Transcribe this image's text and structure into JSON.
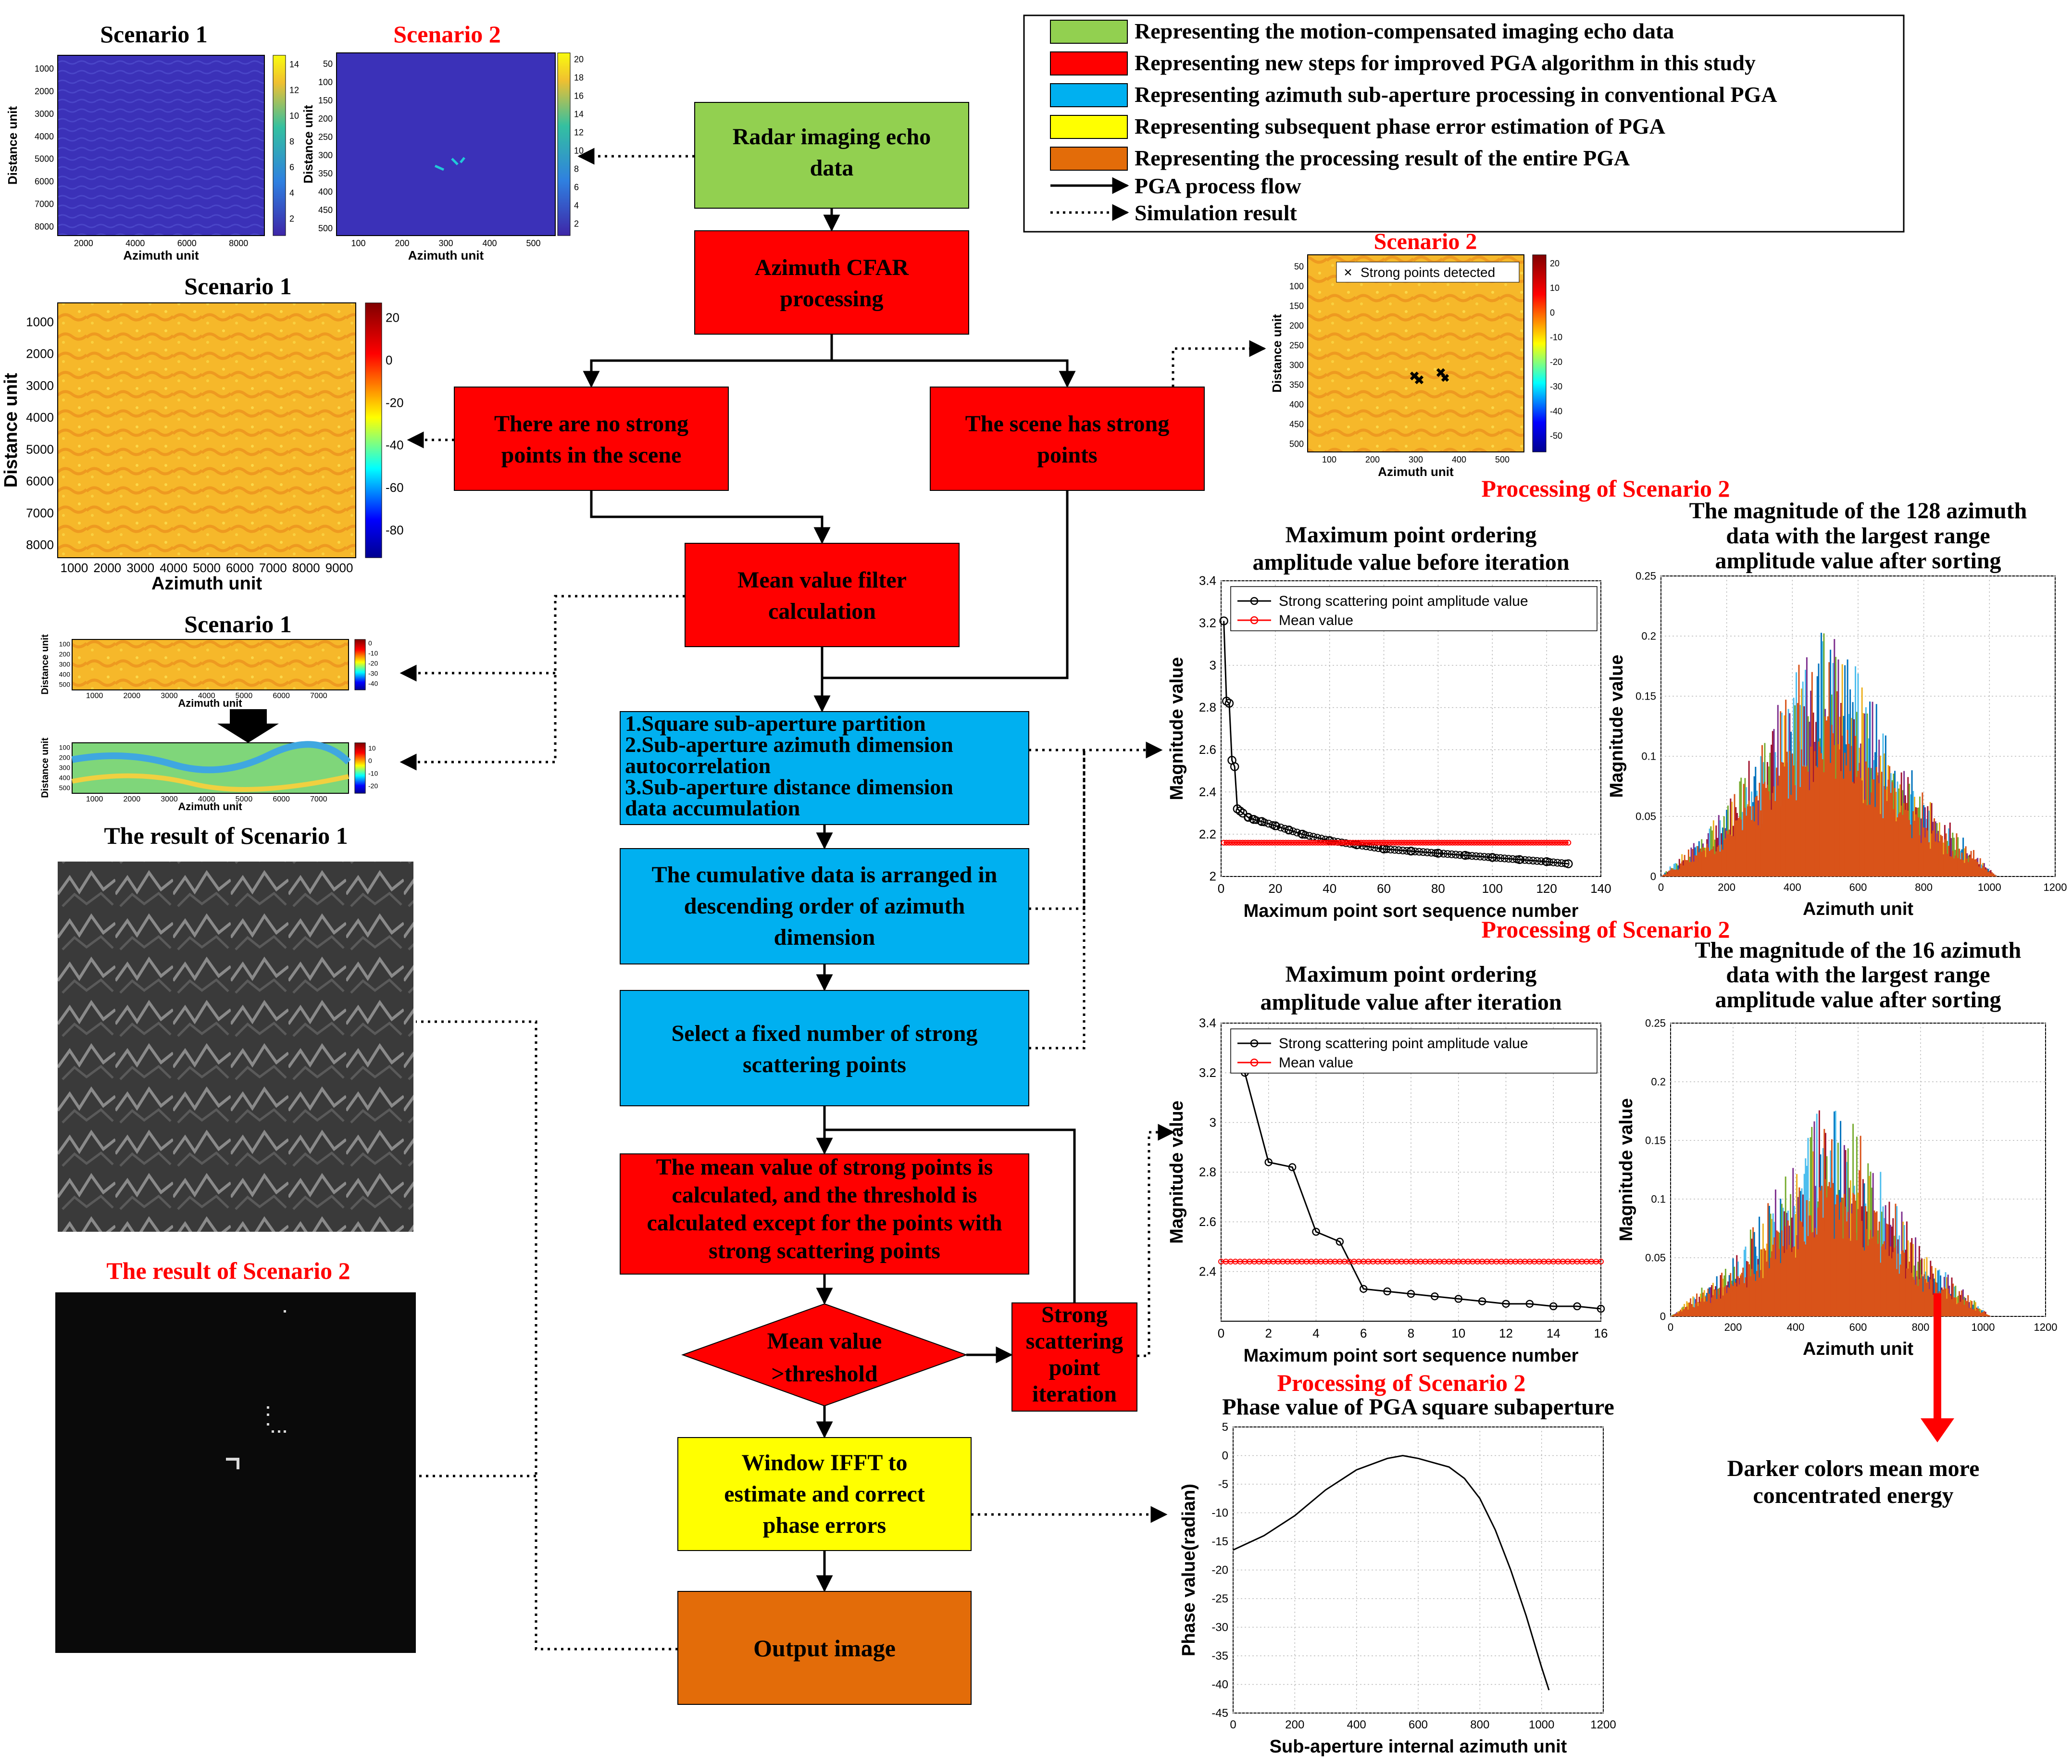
{
  "legend": {
    "items": [
      {
        "text": "Representing the motion-compensated imaging echo data",
        "color": "#92d050"
      },
      {
        "text": "Representing new steps for improved PGA algorithm in this study",
        "color": "#ff0000"
      },
      {
        "text": "Representing azimuth sub-aperture processing in conventional PGA",
        "color": "#00b0f0"
      },
      {
        "text": "Representing subsequent phase error estimation of PGA",
        "color": "#ffff00"
      },
      {
        "text": "Representing the processing result of the entire PGA",
        "color": "#e36c09"
      }
    ],
    "flow_label": "PGA process flow",
    "sim_label": "Simulation result"
  },
  "flow": {
    "echo": [
      "Radar imaging echo",
      "data"
    ],
    "cfar": [
      "Azimuth CFAR",
      "processing"
    ],
    "no_strong": [
      "There are no strong",
      "points in the scene"
    ],
    "has_strong": [
      "The scene has strong",
      "points"
    ],
    "mean_filter": [
      "Mean value filter",
      "calculation"
    ],
    "square": [
      "1.Square sub-aperture partition",
      "2.Sub-aperture azimuth dimension",
      "autocorrelation",
      "3.Sub-aperture distance dimension",
      "data accumulation"
    ],
    "cumulative": [
      "The cumulative data is arranged in",
      "descending order of azimuth",
      "dimension"
    ],
    "select": [
      "Select a fixed number of strong",
      "scattering points"
    ],
    "mean_strong": [
      "The mean value of strong points is",
      "calculated, and the threshold is",
      "calculated except for the points with",
      "strong scattering points"
    ],
    "decision": [
      "Mean value",
      ">threshold"
    ],
    "iteration": [
      "Strong",
      "scattering",
      "point",
      "iteration"
    ],
    "window": [
      "Window IFFT to",
      "estimate and correct",
      "phase errors"
    ],
    "output": "Output image"
  },
  "left": {
    "s1_top_title": "Scenario 1",
    "s2_top_title": "Scenario 2",
    "s1_mid_title": "Scenario 1",
    "s1_small_title": "Scenario 1",
    "result1_title": "The result of Scenario 1",
    "result2_title": "The result of Scenario 2",
    "azimuth_unit": "Azimuth unit",
    "distance_unit": "Distance unit",
    "s1_top_yticks": [
      "1000",
      "2000",
      "3000",
      "4000",
      "5000",
      "6000",
      "7000",
      "8000"
    ],
    "s1_top_xticks": [
      "2000",
      "4000",
      "6000",
      "8000"
    ],
    "s1_top_cbar": [
      "14",
      "12",
      "10",
      "8",
      "6",
      "4",
      "2"
    ],
    "s2_top_yticks": [
      "50",
      "100",
      "150",
      "200",
      "250",
      "300",
      "350",
      "400",
      "450",
      "500"
    ],
    "s2_top_xticks": [
      "100",
      "200",
      "300",
      "400",
      "500"
    ],
    "s2_top_cbar": [
      "20",
      "18",
      "16",
      "14",
      "12",
      "10",
      "8",
      "6",
      "4",
      "2"
    ],
    "s1_mid_yticks": [
      "1000",
      "2000",
      "3000",
      "4000",
      "5000",
      "6000",
      "7000",
      "8000"
    ],
    "s1_mid_xticks": [
      "1000",
      "2000",
      "3000",
      "4000",
      "5000",
      "6000",
      "7000",
      "8000",
      "9000"
    ],
    "s1_mid_cbar": [
      "20",
      "0",
      "-20",
      "-40",
      "-60",
      "-80"
    ],
    "strip_yticks": [
      "100",
      "200",
      "300",
      "400",
      "500"
    ],
    "strip_xticks": [
      "1000",
      "2000",
      "3000",
      "4000",
      "5000",
      "6000",
      "7000"
    ],
    "strip1_cbar": [
      "0",
      "-10",
      "-20",
      "-30",
      "-40"
    ],
    "strip2_cbar": [
      "10",
      "0",
      "-10",
      "-20"
    ]
  },
  "right": {
    "s2_title": "Scenario 2",
    "strong_detected": "Strong points detected",
    "s2_yticks": [
      "50",
      "100",
      "150",
      "200",
      "250",
      "300",
      "350",
      "400",
      "450",
      "500"
    ],
    "s2_xticks": [
      "100",
      "200",
      "300",
      "400",
      "500"
    ],
    "s2_cbar": [
      "20",
      "10",
      "0",
      "-10",
      "-20",
      "-30",
      "-40",
      "-50"
    ],
    "processing1": "Processing of Scenario 2",
    "processing2": "Processing of Scenario 2",
    "processing3": "Processing of Scenario 2",
    "energy_note": [
      "Darker colors mean more",
      "concentrated energy"
    ]
  },
  "chart_data": [
    {
      "type": "line",
      "title": "Maximum point ordering amplitude value before iteration",
      "xlabel": "Maximum point sort sequence number",
      "ylabel": "Magnitude value",
      "xlim": [
        0,
        140
      ],
      "ylim": [
        2.0,
        3.4
      ],
      "xticks": [
        0,
        20,
        40,
        60,
        80,
        100,
        120,
        140
      ],
      "yticks": [
        2,
        2.2,
        2.4,
        2.6,
        2.8,
        3,
        3.2,
        3.4
      ],
      "series": [
        {
          "name": "Strong scattering point amplitude value",
          "color": "#000000",
          "x": [
            1,
            2,
            3,
            4,
            5,
            6,
            7,
            8,
            10,
            12,
            15,
            20,
            25,
            30,
            40,
            50,
            60,
            70,
            80,
            90,
            100,
            110,
            120,
            128
          ],
          "y": [
            3.21,
            2.83,
            2.82,
            2.55,
            2.52,
            2.32,
            2.31,
            2.3,
            2.28,
            2.27,
            2.26,
            2.24,
            2.22,
            2.2,
            2.17,
            2.15,
            2.13,
            2.12,
            2.11,
            2.1,
            2.09,
            2.08,
            2.07,
            2.06
          ]
        },
        {
          "name": "Mean value",
          "color": "#ff0000",
          "x": [
            1,
            128
          ],
          "y": [
            2.16,
            2.16
          ]
        }
      ],
      "legend_position": "top-right",
      "grid": true
    },
    {
      "type": "area",
      "title": "The magnitude of the 128 azimuth data with the largest range amplitude value after sorting",
      "xlabel": "Azimuth unit",
      "ylabel": "Magnitude value",
      "xlim": [
        0,
        1200
      ],
      "ylim": [
        0,
        0.25
      ],
      "xticks": [
        0,
        200,
        400,
        600,
        800,
        1000,
        1200
      ],
      "yticks": [
        0,
        0.05,
        0.1,
        0.15,
        0.2,
        0.25
      ],
      "series_count": 128,
      "envelope": {
        "x": [
          0,
          200,
          400,
          500,
          600,
          800,
          1024
        ],
        "y": [
          0,
          0.06,
          0.17,
          0.21,
          0.18,
          0.07,
          0
        ]
      },
      "grid": true
    },
    {
      "type": "line",
      "title": "Maximum point ordering amplitude value after iteration",
      "xlabel": "Maximum point sort sequence number",
      "ylabel": "Magnitude value",
      "xlim": [
        0,
        16
      ],
      "ylim": [
        2.2,
        3.4
      ],
      "xticks": [
        0,
        2,
        4,
        6,
        8,
        10,
        12,
        14,
        16
      ],
      "yticks": [
        2.4,
        2.6,
        2.8,
        3,
        3.2,
        3.4
      ],
      "series": [
        {
          "name": "Strong scattering point amplitude value",
          "color": "#000000",
          "x": [
            1,
            2,
            3,
            4,
            5,
            6,
            7,
            8,
            9,
            10,
            11,
            12,
            13,
            14,
            15,
            16
          ],
          "y": [
            3.2,
            2.84,
            2.82,
            2.56,
            2.52,
            2.33,
            2.32,
            2.31,
            2.3,
            2.29,
            2.28,
            2.27,
            2.27,
            2.26,
            2.26,
            2.25
          ]
        },
        {
          "name": "Mean value",
          "color": "#ff0000",
          "x": [
            0,
            16
          ],
          "y": [
            2.44,
            2.44
          ]
        }
      ],
      "legend_position": "top-right",
      "grid": true
    },
    {
      "type": "area",
      "title": "The magnitude of the 16 azimuth data with the largest range amplitude value after sorting",
      "xlabel": "Azimuth unit",
      "ylabel": "Magnitude value",
      "xlim": [
        0,
        1200
      ],
      "ylim": [
        0,
        0.25
      ],
      "xticks": [
        0,
        200,
        400,
        600,
        800,
        1000,
        1200
      ],
      "yticks": [
        0,
        0.05,
        0.1,
        0.15,
        0.2,
        0.25
      ],
      "series_count": 16,
      "envelope": {
        "x": [
          0,
          200,
          400,
          500,
          600,
          800,
          1024
        ],
        "y": [
          0,
          0.05,
          0.14,
          0.19,
          0.16,
          0.06,
          0
        ]
      },
      "grid": true
    },
    {
      "type": "line",
      "title": "Phase value of PGA square subaperture",
      "xlabel": "Sub-aperture internal azimuth unit",
      "ylabel": "Phase value(radian)",
      "xlim": [
        0,
        1200
      ],
      "ylim": [
        -45,
        5
      ],
      "xticks": [
        0,
        200,
        400,
        600,
        800,
        1000,
        1200
      ],
      "yticks": [
        5,
        0,
        -5,
        -10,
        -15,
        -20,
        -25,
        -30,
        -35,
        -40,
        -45
      ],
      "series": [
        {
          "name": "",
          "color": "#000000",
          "x": [
            0,
            100,
            200,
            300,
            400,
            500,
            550,
            600,
            700,
            750,
            800,
            850,
            900,
            950,
            1000,
            1024
          ],
          "y": [
            -16.5,
            -14,
            -10.5,
            -6,
            -2.5,
            -0.5,
            0,
            -0.5,
            -2,
            -4,
            -7.5,
            -13,
            -20,
            -28,
            -37,
            -41
          ]
        }
      ],
      "grid": true
    }
  ]
}
